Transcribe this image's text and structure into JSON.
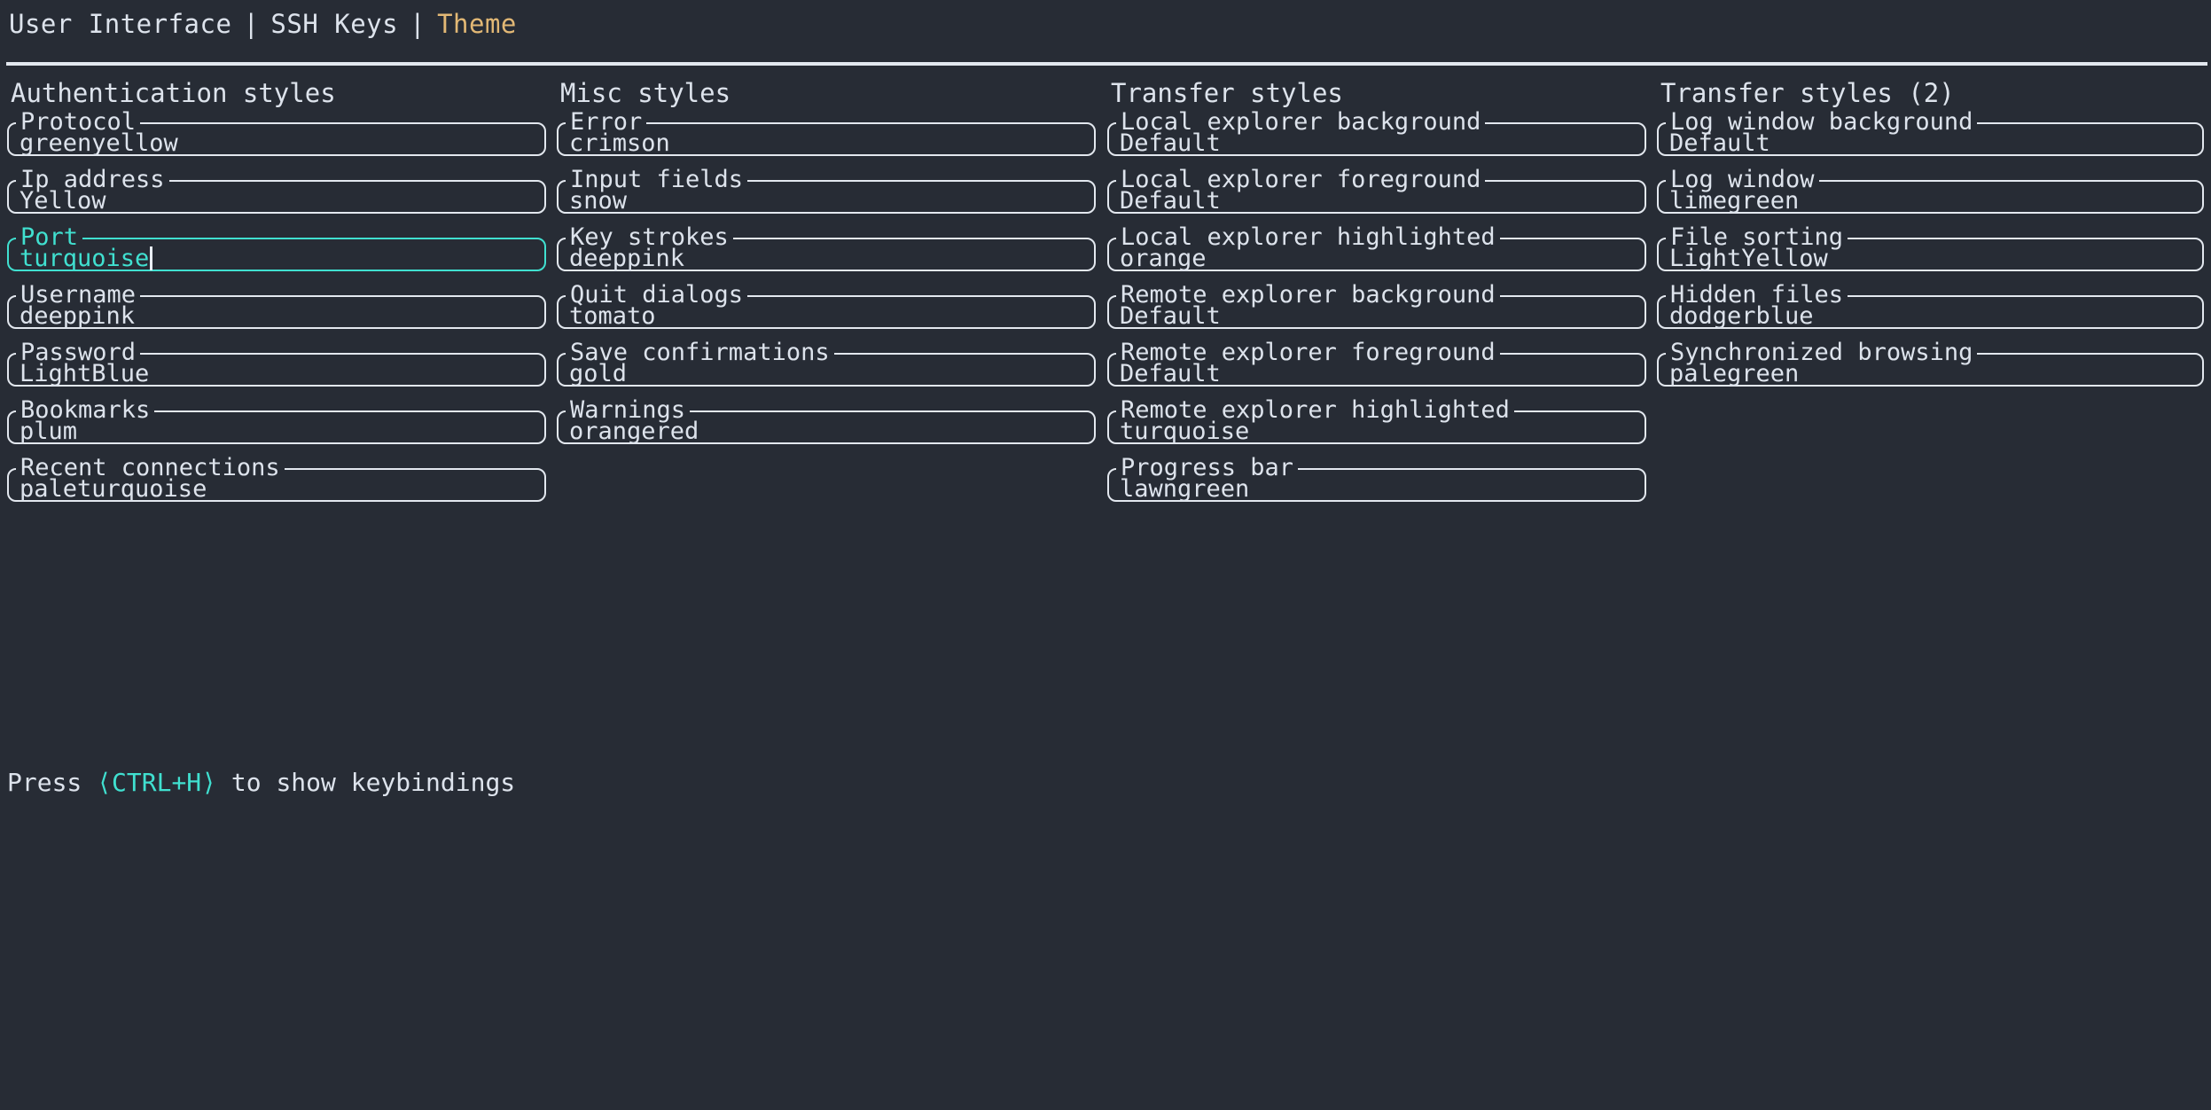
{
  "nav": {
    "separator": "|",
    "items": [
      {
        "label": "User Interface",
        "active": false
      },
      {
        "label": "SSH Keys",
        "active": false
      },
      {
        "label": "Theme",
        "active": true
      }
    ],
    "active_color": "#e2b875"
  },
  "theme": {
    "background": "#272c35",
    "foreground": "#dde3ec",
    "border": "#e3e8ef",
    "focus": "#40e0d0"
  },
  "columns": [
    {
      "title": "Authentication styles",
      "fields": [
        {
          "label": "Protocol",
          "value": "greenyellow",
          "focused": false
        },
        {
          "label": "Ip address",
          "value": "Yellow",
          "focused": false
        },
        {
          "label": "Port",
          "value": "turquoise",
          "focused": true
        },
        {
          "label": "Username",
          "value": "deeppink",
          "focused": false
        },
        {
          "label": "Password",
          "value": "LightBlue",
          "focused": false
        },
        {
          "label": "Bookmarks",
          "value": "plum",
          "focused": false
        },
        {
          "label": "Recent connections",
          "value": "paleturquoise",
          "focused": false
        }
      ]
    },
    {
      "title": "Misc styles",
      "fields": [
        {
          "label": "Error",
          "value": "crimson",
          "focused": false
        },
        {
          "label": "Input fields",
          "value": "snow",
          "focused": false
        },
        {
          "label": "Key strokes",
          "value": "deeppink",
          "focused": false
        },
        {
          "label": "Quit dialogs",
          "value": "tomato",
          "focused": false
        },
        {
          "label": "Save confirmations",
          "value": "gold",
          "focused": false
        },
        {
          "label": "Warnings",
          "value": "orangered",
          "focused": false
        }
      ]
    },
    {
      "title": "Transfer styles",
      "fields": [
        {
          "label": "Local explorer background",
          "value": "Default",
          "focused": false
        },
        {
          "label": "Local explorer foreground",
          "value": "Default",
          "focused": false
        },
        {
          "label": "Local explorer highlighted",
          "value": "orange",
          "focused": false
        },
        {
          "label": "Remote explorer background",
          "value": "Default",
          "focused": false
        },
        {
          "label": "Remote explorer foreground",
          "value": "Default",
          "focused": false
        },
        {
          "label": "Remote explorer highlighted",
          "value": "turquoise",
          "focused": false
        },
        {
          "label": "Progress bar",
          "value": "lawngreen",
          "focused": false
        }
      ]
    },
    {
      "title": "Transfer styles (2)",
      "fields": [
        {
          "label": "Log window background",
          "value": "Default",
          "focused": false
        },
        {
          "label": "Log window",
          "value": "limegreen",
          "focused": false
        },
        {
          "label": "File sorting",
          "value": "LightYellow",
          "focused": false
        },
        {
          "label": "Hidden files",
          "value": "dodgerblue",
          "focused": false
        },
        {
          "label": "Synchronized browsing",
          "value": "palegreen",
          "focused": false
        }
      ]
    }
  ],
  "hint": {
    "prefix": "Press",
    "key": "⟨CTRL+H⟩",
    "suffix": "to show keybindings"
  }
}
